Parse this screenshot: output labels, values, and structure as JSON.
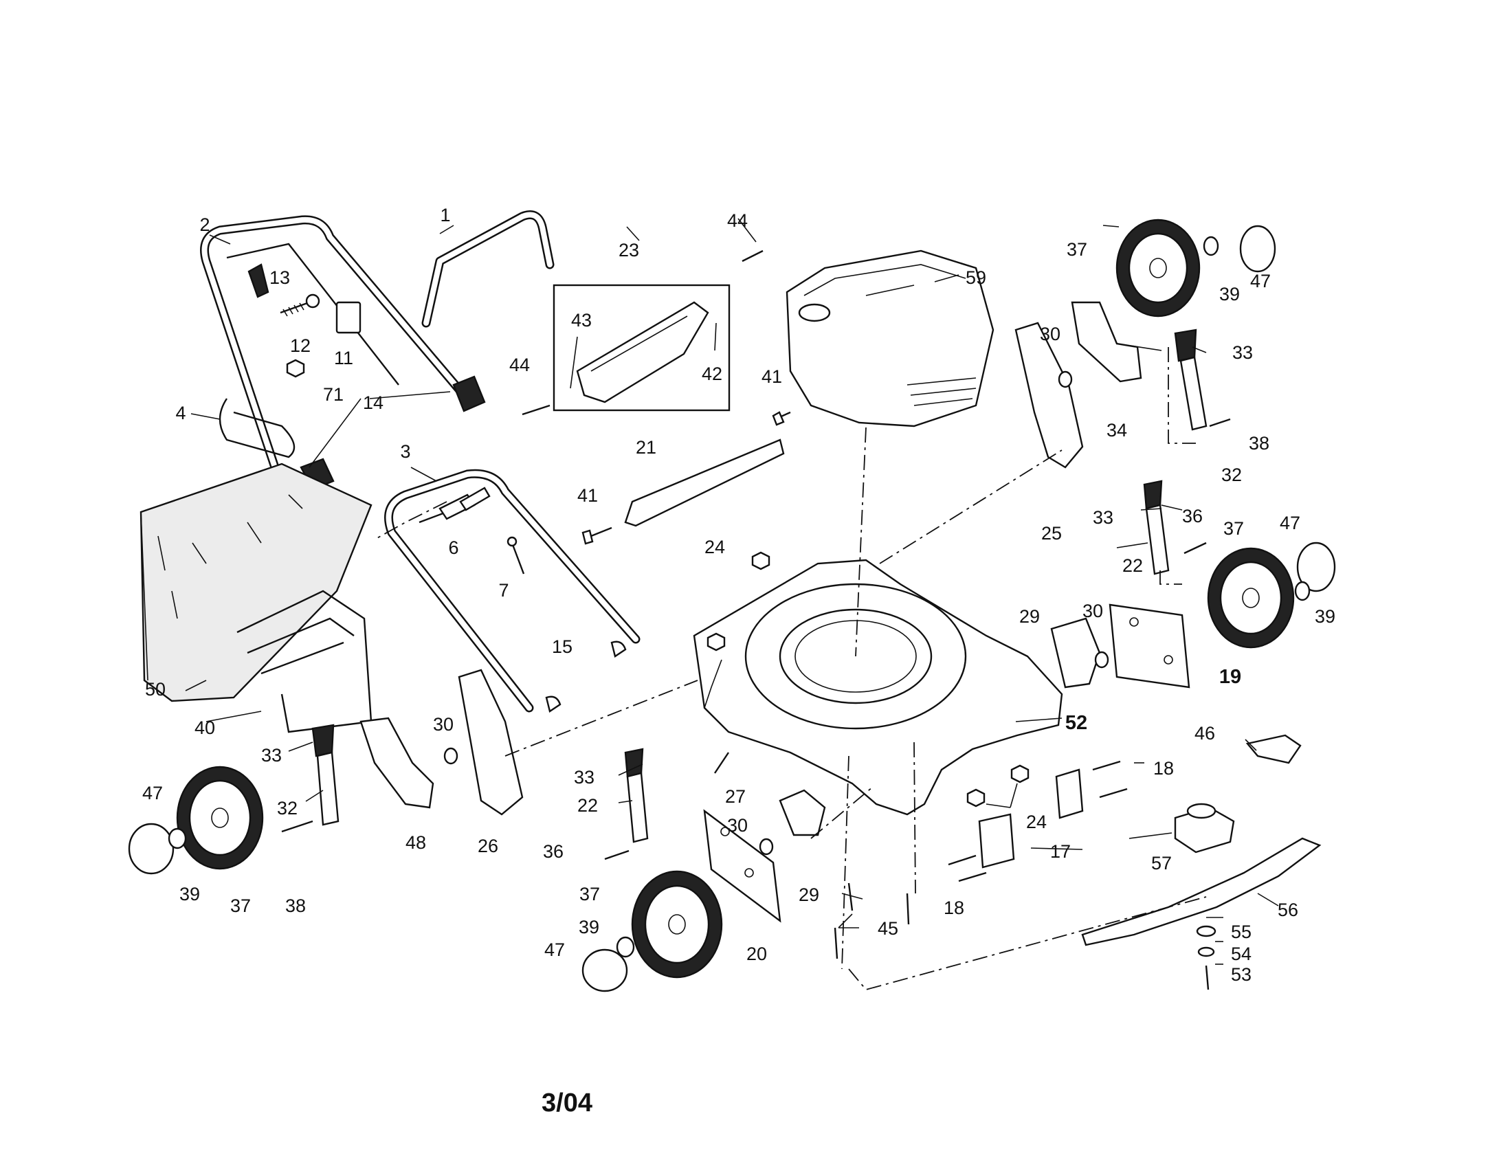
{
  "diagram": {
    "footer_date": "3/04",
    "callouts": [
      {
        "id": "c1",
        "text": "1"
      },
      {
        "id": "c2",
        "text": "2"
      },
      {
        "id": "c3",
        "text": "3"
      },
      {
        "id": "c4",
        "text": "4"
      },
      {
        "id": "c6",
        "text": "6"
      },
      {
        "id": "c7",
        "text": "7"
      },
      {
        "id": "c11",
        "text": "11"
      },
      {
        "id": "c12",
        "text": "12"
      },
      {
        "id": "c13",
        "text": "13"
      },
      {
        "id": "c14",
        "text": "14"
      },
      {
        "id": "c15",
        "text": "15"
      },
      {
        "id": "c17",
        "text": "17"
      },
      {
        "id": "c18a",
        "text": "18"
      },
      {
        "id": "c18b",
        "text": "18"
      },
      {
        "id": "c19",
        "text": "19"
      },
      {
        "id": "c20",
        "text": "20"
      },
      {
        "id": "c21",
        "text": "21"
      },
      {
        "id": "c22a",
        "text": "22"
      },
      {
        "id": "c22b",
        "text": "22"
      },
      {
        "id": "c23",
        "text": "23"
      },
      {
        "id": "c24a",
        "text": "24"
      },
      {
        "id": "c24b",
        "text": "24"
      },
      {
        "id": "c25",
        "text": "25"
      },
      {
        "id": "c26",
        "text": "26"
      },
      {
        "id": "c27",
        "text": "27"
      },
      {
        "id": "c29a",
        "text": "29"
      },
      {
        "id": "c29b",
        "text": "29"
      },
      {
        "id": "c30a",
        "text": "30"
      },
      {
        "id": "c30b",
        "text": "30"
      },
      {
        "id": "c30c",
        "text": "30"
      },
      {
        "id": "c30d",
        "text": "30"
      },
      {
        "id": "c32a",
        "text": "32"
      },
      {
        "id": "c32b",
        "text": "32"
      },
      {
        "id": "c33a",
        "text": "33"
      },
      {
        "id": "c33b",
        "text": "33"
      },
      {
        "id": "c33c",
        "text": "33"
      },
      {
        "id": "c33d",
        "text": "33"
      },
      {
        "id": "c34",
        "text": "34"
      },
      {
        "id": "c36a",
        "text": "36"
      },
      {
        "id": "c36b",
        "text": "36"
      },
      {
        "id": "c37a",
        "text": "37"
      },
      {
        "id": "c37b",
        "text": "37"
      },
      {
        "id": "c37c",
        "text": "37"
      },
      {
        "id": "c37d",
        "text": "37"
      },
      {
        "id": "c38a",
        "text": "38"
      },
      {
        "id": "c38b",
        "text": "38"
      },
      {
        "id": "c39a",
        "text": "39"
      },
      {
        "id": "c39b",
        "text": "39"
      },
      {
        "id": "c39c",
        "text": "39"
      },
      {
        "id": "c39d",
        "text": "39"
      },
      {
        "id": "c40",
        "text": "40"
      },
      {
        "id": "c41a",
        "text": "41"
      },
      {
        "id": "c41b",
        "text": "41"
      },
      {
        "id": "c42",
        "text": "42"
      },
      {
        "id": "c43",
        "text": "43"
      },
      {
        "id": "c44a",
        "text": "44"
      },
      {
        "id": "c44b",
        "text": "44"
      },
      {
        "id": "c45",
        "text": "45"
      },
      {
        "id": "c46",
        "text": "46"
      },
      {
        "id": "c47a",
        "text": "47"
      },
      {
        "id": "c47b",
        "text": "47"
      },
      {
        "id": "c47c",
        "text": "47"
      },
      {
        "id": "c47d",
        "text": "47"
      },
      {
        "id": "c48",
        "text": "48"
      },
      {
        "id": "c50",
        "text": "50"
      },
      {
        "id": "c52",
        "text": "52"
      },
      {
        "id": "c53",
        "text": "53"
      },
      {
        "id": "c54",
        "text": "54"
      },
      {
        "id": "c55",
        "text": "55"
      },
      {
        "id": "c56",
        "text": "56"
      },
      {
        "id": "c57",
        "text": "57"
      },
      {
        "id": "c59",
        "text": "59"
      },
      {
        "id": "c71",
        "text": "71"
      }
    ]
  }
}
